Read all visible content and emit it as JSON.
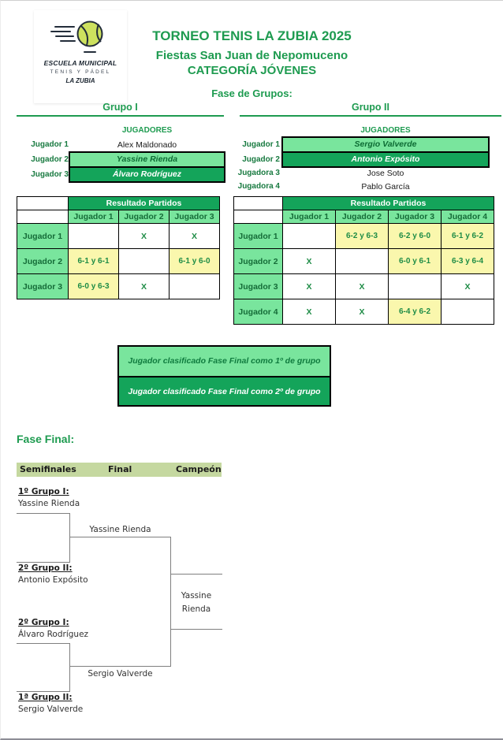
{
  "page": {
    "title": "TORNEO TENIS LA ZUBIA 2025",
    "subtitle": "Fiestas San Juan de Nepomuceno",
    "category": "CATEGORÍA JÓVENES",
    "phase_label": "Fase de Grupos:"
  },
  "logo": {
    "line1": "ESCUELA MUNICIPAL",
    "line2": "TENIS Y PÁDEL",
    "line3": "LA ZUBIA",
    "icon": "tennis-ball-icon"
  },
  "colors": {
    "title_green": "#1e9b50",
    "fill_green_dark": "#14a45a",
    "fill_green_light": "#79e59d",
    "score_yellow": "#faf7ad",
    "bar_olive": "#c5d8a0"
  },
  "group1": {
    "title": "Grupo I",
    "players_header": "JUGADORES",
    "players": [
      {
        "label": "Jugador 1",
        "name": "Alex Maldonado"
      },
      {
        "label": "Jugador 2",
        "name": "Yassine Rienda"
      },
      {
        "label": "Jugador 3",
        "name": "Álvaro Rodríguez"
      }
    ],
    "results": {
      "header": "Resultado Partidos",
      "columns": [
        "Jugador 1",
        "Jugador 2",
        "Jugador 3"
      ],
      "rows": [
        {
          "label": "Jugador 1",
          "cells": [
            {
              "text": ""
            },
            {
              "text": "X"
            },
            {
              "text": "X"
            }
          ]
        },
        {
          "label": "Jugador 2",
          "cells": [
            {
              "text": "6-1 y 6-1"
            },
            {
              "text": ""
            },
            {
              "text": "6-1 y 6-0"
            }
          ]
        },
        {
          "label": "Jugador 3",
          "cells": [
            {
              "text": "6-0 y 6-3"
            },
            {
              "text": "X"
            },
            {
              "text": ""
            }
          ]
        }
      ]
    }
  },
  "group2": {
    "title": "Grupo II",
    "players_header": "JUGADORES",
    "players": [
      {
        "label": "Jugador 1",
        "name": "Sergio Valverde"
      },
      {
        "label": "Jugador 2",
        "name": "Antonio Expósito"
      },
      {
        "label": "Jugadora 3",
        "name": "Jose Soto"
      },
      {
        "label": "Jugadora 4",
        "name": "Pablo García"
      }
    ],
    "results": {
      "header": "Resultado Partidos",
      "columns": [
        "Jugador 1",
        "Jugador 2",
        "Jugador 3",
        "Jugador 4"
      ],
      "rows": [
        {
          "label": "Jugador 1",
          "cells": [
            {
              "text": ""
            },
            {
              "text": "6-2 y 6-3"
            },
            {
              "text": "6-2 y 6-0"
            },
            {
              "text": "6-1 y 6-2"
            }
          ]
        },
        {
          "label": "Jugador 2",
          "cells": [
            {
              "text": "X"
            },
            {
              "text": ""
            },
            {
              "text": "6-0 y 6-1"
            },
            {
              "text": "6-3 y 6-4"
            }
          ]
        },
        {
          "label": "Jugador 3",
          "cells": [
            {
              "text": "X"
            },
            {
              "text": "X"
            },
            {
              "text": ""
            },
            {
              "text": "X"
            }
          ]
        },
        {
          "label": "Jugador 4",
          "cells": [
            {
              "text": "X"
            },
            {
              "text": "X"
            },
            {
              "text": "6-4 y 6-2"
            },
            {
              "text": ""
            }
          ]
        }
      ]
    }
  },
  "legend": [
    {
      "text": "Jugador clasificado Fase Final como 1º de grupo"
    },
    {
      "text": "Jugador clasificado Fase Final como 2º de grupo"
    }
  ],
  "final_phase": {
    "title": "Fase Final:",
    "columns": [
      "Semifinales",
      "Final",
      "Campeón"
    ],
    "seeds": [
      {
        "label": "1º Grupo I:",
        "name": "Yassine Rienda"
      },
      {
        "label": "2º Grupo II:",
        "name": "Antonio Expósito"
      },
      {
        "label": "2º Grupo I:",
        "name": "Álvaro Rodríguez"
      },
      {
        "label": "1ª Grupo II:",
        "name": "Sergio Valverde"
      }
    ],
    "semifinal_winners": [
      "Yassine Rienda",
      "Sergio Valverde"
    ],
    "champion": {
      "line1": "Yassine",
      "line2": "Rienda"
    }
  }
}
